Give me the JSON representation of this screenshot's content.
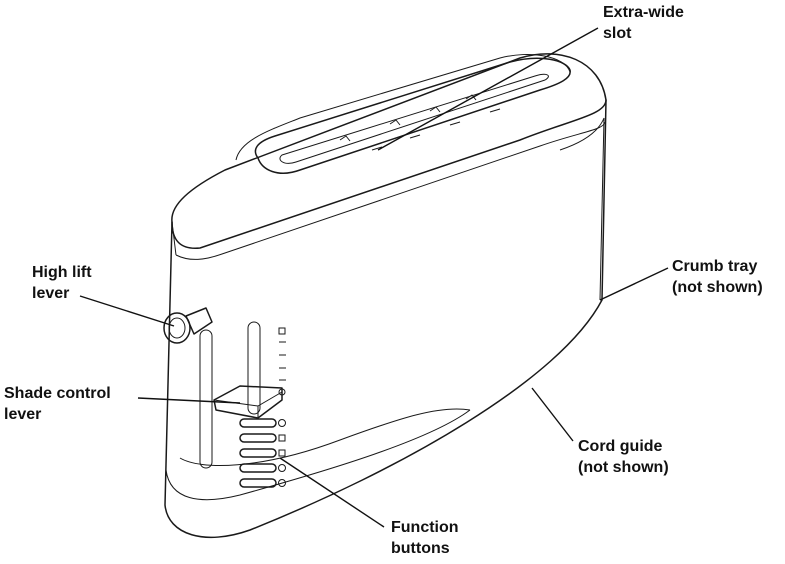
{
  "labels": {
    "extra_wide_slot": [
      "Extra-wide",
      "slot"
    ],
    "high_lift_lever": [
      "High lift",
      "lever"
    ],
    "shade_control_lever": [
      "Shade control",
      "lever"
    ],
    "crumb_tray": [
      "Crumb tray",
      "(not shown)"
    ],
    "cord_guide": [
      "Cord guide",
      "(not shown)"
    ],
    "function_buttons": [
      "Function",
      "buttons"
    ]
  }
}
